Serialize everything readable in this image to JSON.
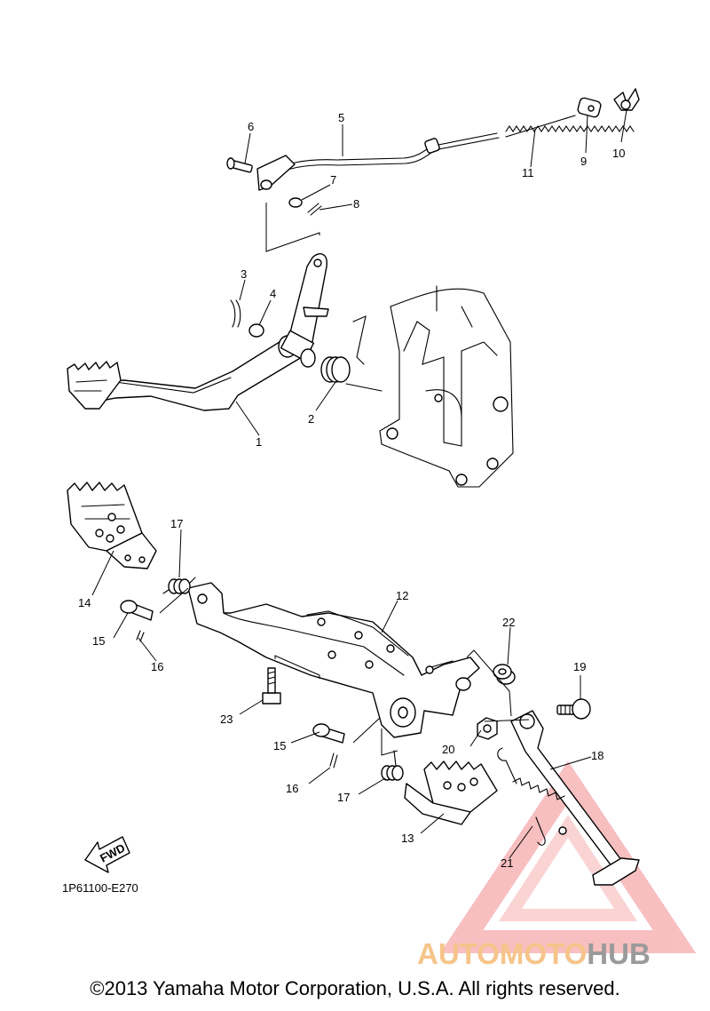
{
  "diagram": {
    "callouts": [
      "1",
      "2",
      "3",
      "4",
      "5",
      "6",
      "7",
      "8",
      "9",
      "10",
      "11",
      "12",
      "13",
      "14",
      "15",
      "16",
      "17",
      "18",
      "19",
      "20",
      "21",
      "22",
      "23"
    ],
    "callouts_lower_repeat": {
      "15": "15",
      "16": "16",
      "17": "17"
    },
    "drawing_code": "1P61100-E270",
    "fwd_label": "FWD"
  },
  "copyright": "©2013 Yamaha Motor Corporation, U.S.A. All rights reserved.",
  "watermark": {
    "part1": "AUTOMOTO",
    "part2": "HUB",
    "color1": "#f6c48a",
    "color2": "#9a9a9a",
    "logo_color": "#f4a8a8"
  }
}
